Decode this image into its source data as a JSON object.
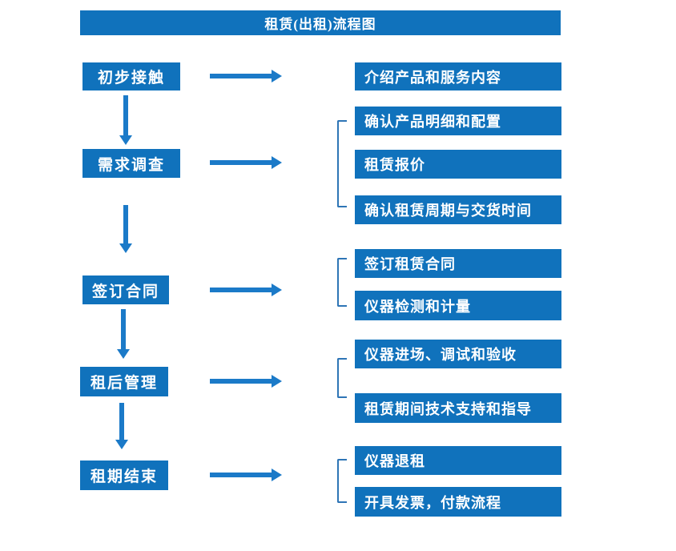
{
  "title": "租赁(出租)流程图",
  "colors": {
    "box_fill": "#1072BC",
    "arrow": "#1B7AC8",
    "bracket": "#2E75B6",
    "text": "#FFFFFF"
  },
  "stages": [
    {
      "label": "初步接触"
    },
    {
      "label": "需求调查"
    },
    {
      "label": "签订合同"
    },
    {
      "label": "租后管理"
    },
    {
      "label": "租期结束"
    }
  ],
  "details": [
    {
      "label": "介绍产品和服务内容"
    },
    {
      "label": "确认产品明细和配置"
    },
    {
      "label": "租赁报价"
    },
    {
      "label": "确认租赁周期与交货时间"
    },
    {
      "label": "签订租赁合同"
    },
    {
      "label": "仪器检测和计量"
    },
    {
      "label": "仪器进场、调试和验收"
    },
    {
      "label": "租赁期间技术支持和指导"
    },
    {
      "label": "仪器退租"
    },
    {
      "label": "开具发票，付款流程"
    }
  ]
}
